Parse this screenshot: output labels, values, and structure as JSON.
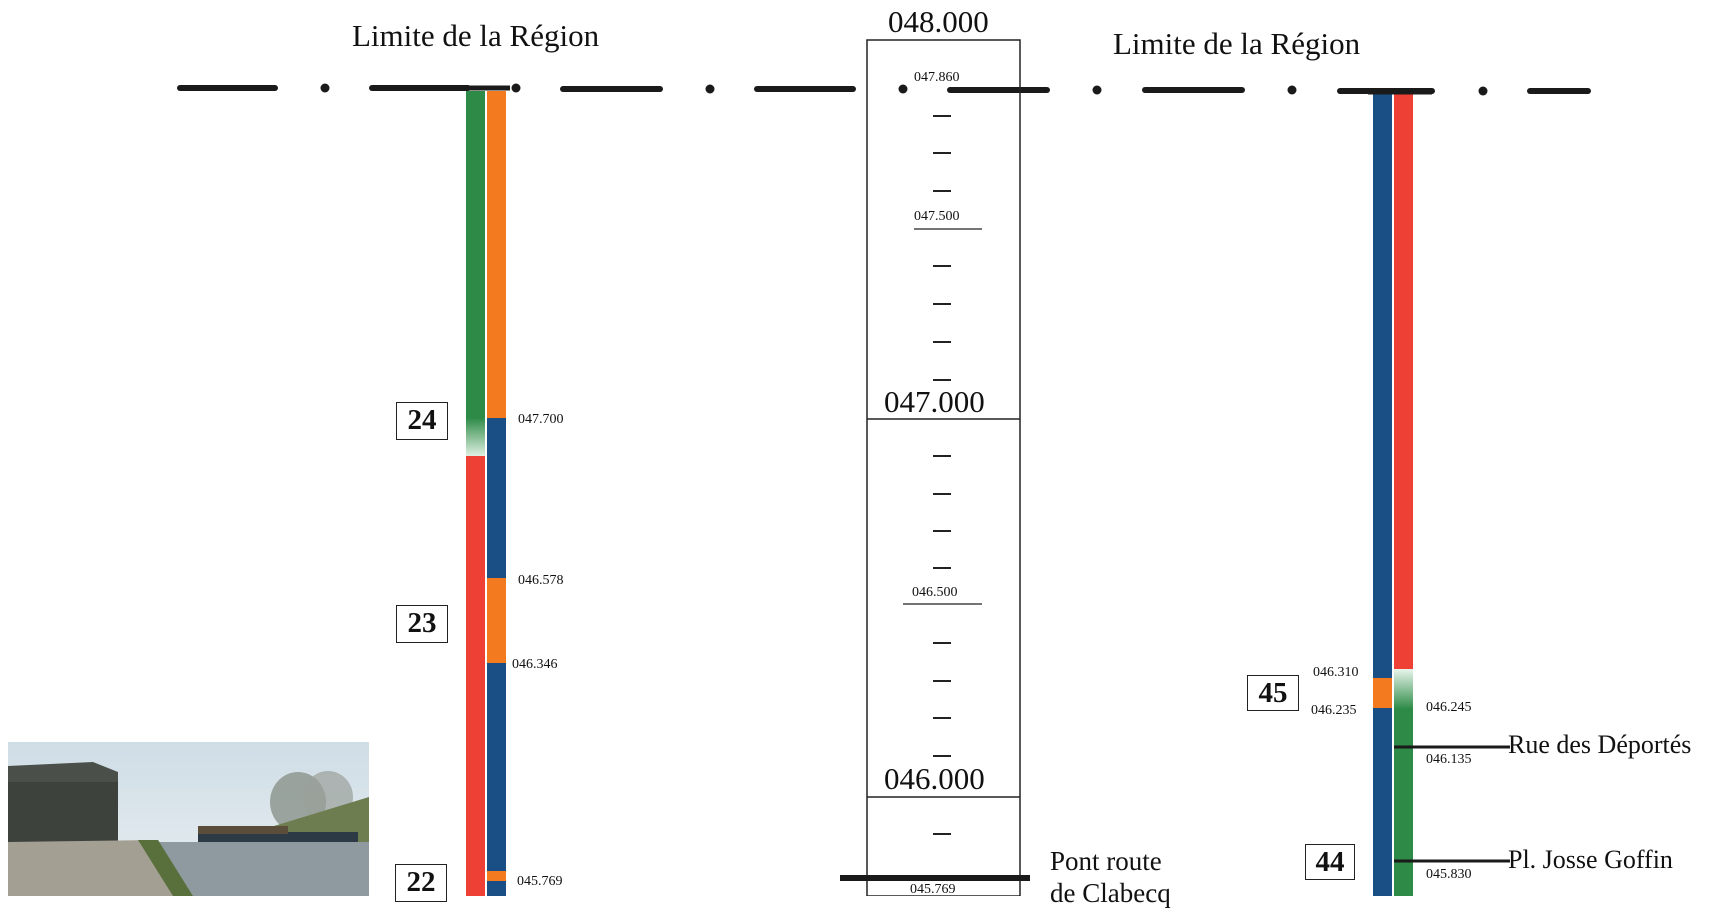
{
  "region_limit": {
    "left_label": "Limite de la Région",
    "right_label": "Limite de la Région"
  },
  "km_scale": {
    "major_labels": [
      "048.000",
      "047.000",
      "046.000"
    ],
    "minor_labels": [
      "047.860",
      "047.500",
      "046.500",
      "045.769"
    ]
  },
  "left_track": {
    "segment_numbers": [
      "24",
      "23",
      "22"
    ],
    "km_labels": [
      "047.700",
      "046.578",
      "046.346",
      "045.769"
    ]
  },
  "right_track": {
    "segment_numbers": [
      "45",
      "44"
    ],
    "km_labels": [
      "046.310",
      "046.235",
      "046.245",
      "046.135",
      "045.830"
    ],
    "streets": [
      "Rue des Déportés",
      "Pl. Josse Goffin"
    ]
  },
  "bridge": {
    "line1": "Pont route",
    "line2": "de Clabecq"
  },
  "colors": {
    "green": "#2e8b47",
    "orange": "#f47a20",
    "blue": "#1a4f86",
    "red": "#ee4035",
    "line": "#1a1a1a"
  }
}
